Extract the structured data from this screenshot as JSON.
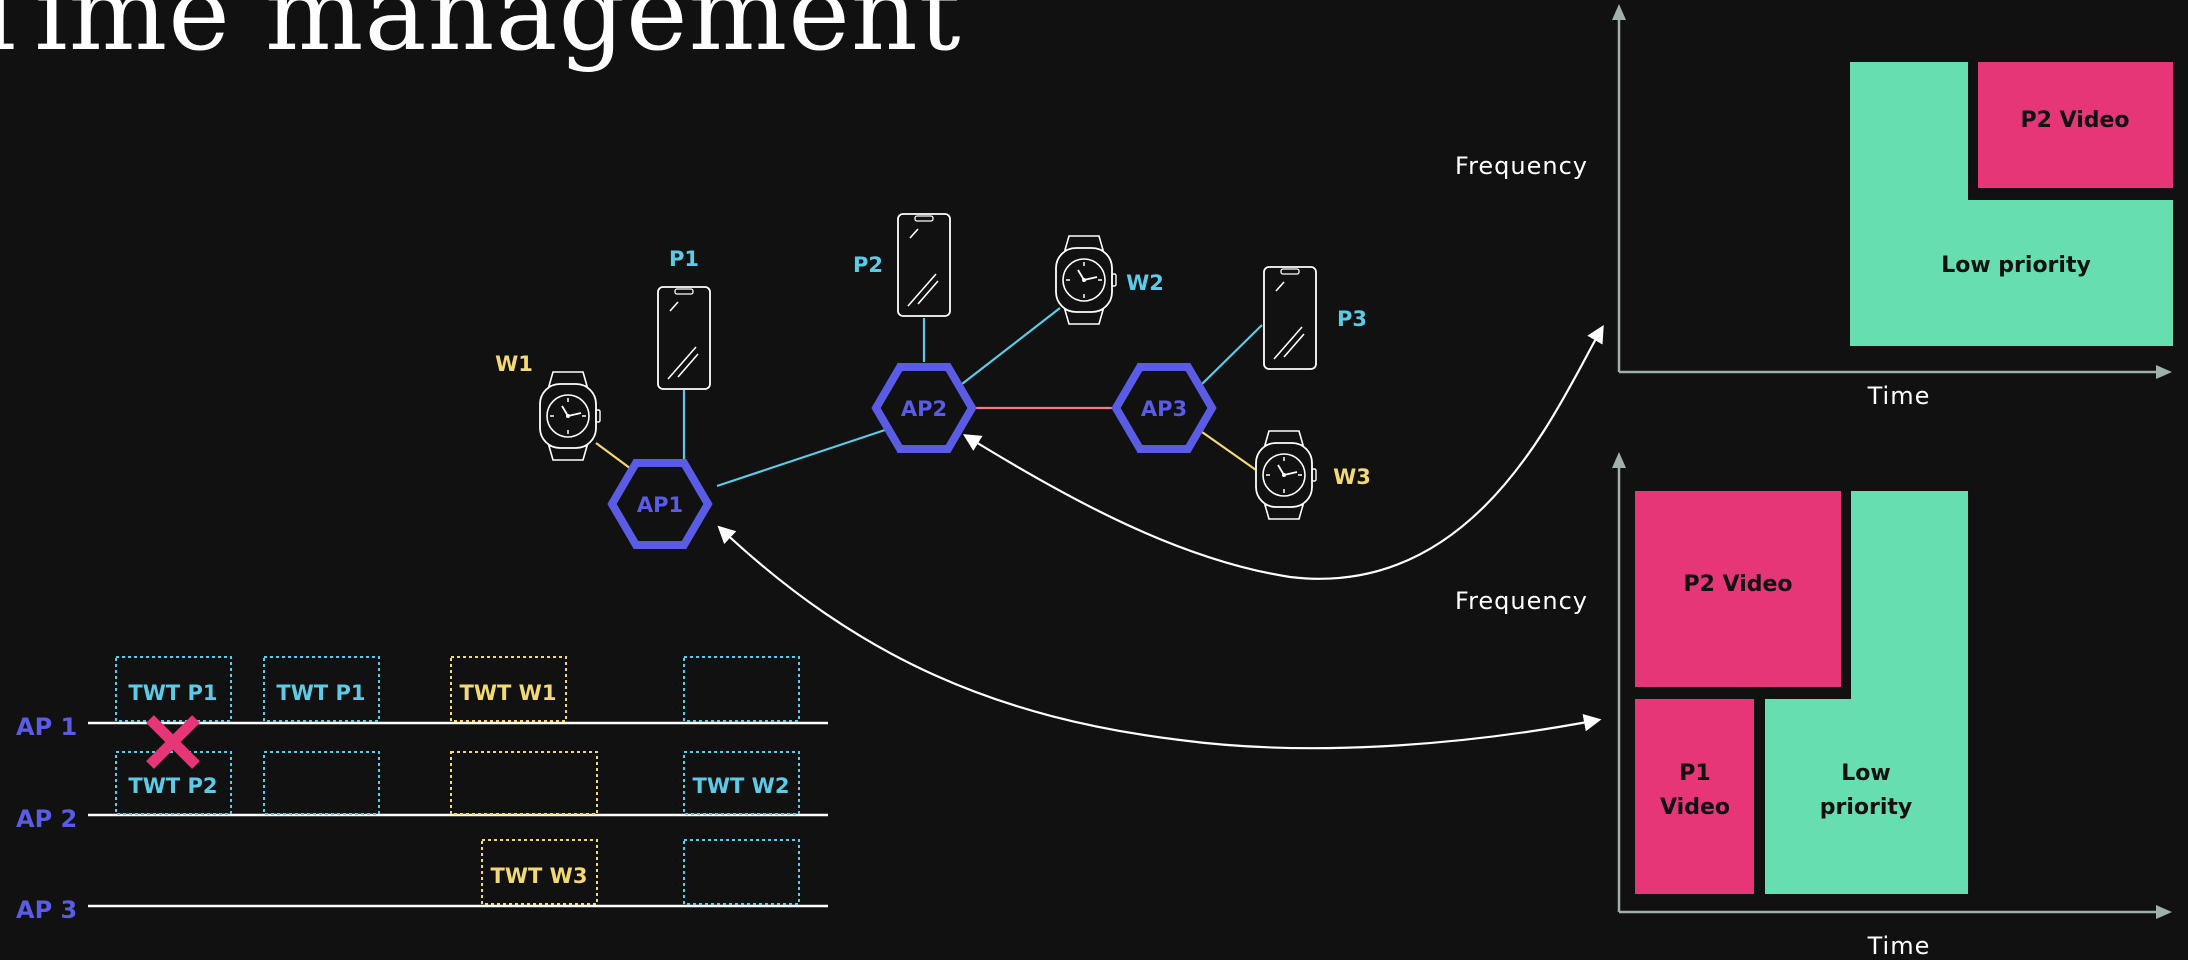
{
  "title": "Time management",
  "colors": {
    "background": "#111111",
    "ap": "#5b5ce6",
    "phone_label": "#5ccbe8",
    "watch_label": "#f2d974",
    "link_cyan": "#5ccbe8",
    "link_yellow": "#f2d974",
    "link_pink": "#ef7f7f",
    "green": "#66deb0",
    "pink": "#e63678",
    "axis": "#9fb0ad",
    "conflict": "#e63678"
  },
  "network": {
    "access_points": [
      "AP1",
      "AP2",
      "AP3"
    ],
    "phones": [
      "P1",
      "P2",
      "P3"
    ],
    "watches": [
      "W1",
      "W2",
      "W3"
    ]
  },
  "schedule": {
    "rows": [
      "AP 1",
      "AP 2",
      "AP 3"
    ],
    "slots": {
      "ap1_1": "TWT P1",
      "ap1_2": "TWT P1",
      "ap1_3": "TWT W1",
      "ap2_1": "TWT P2",
      "ap2_4": "TWT W2",
      "ap3_3": "TWT W3"
    }
  },
  "charts": {
    "top": {
      "ylabel": "Frequency",
      "xlabel": "Time",
      "block_a": "P2 Video",
      "block_b": "Low priority"
    },
    "bottom": {
      "ylabel": "Frequency",
      "xlabel": "Time",
      "block_a": "P2 Video",
      "block_b_line1": "P1",
      "block_b_line2": "Video",
      "block_c_line1": "Low",
      "block_c_line2": "priority"
    }
  }
}
